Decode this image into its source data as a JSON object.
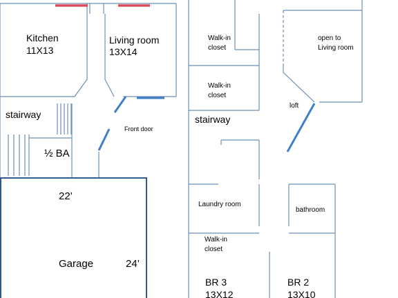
{
  "colors": {
    "wall": "#6b8fb8",
    "garage_wall": "#2f5a92",
    "door": "#3f7fc8",
    "window": "#dd4a5a",
    "text": "#000000"
  },
  "rooms": {
    "kitchen": {
      "name": "Kitchen",
      "size": "11X13"
    },
    "living_room": {
      "name": "Living room",
      "size": "13X14"
    },
    "stairway_left": {
      "name": "stairway"
    },
    "front_door": {
      "name": "Front door"
    },
    "half_bath": {
      "name": "½ BA"
    },
    "garage": {
      "name": "Garage",
      "width": "22’",
      "depth": "24’"
    },
    "walkin_closet_1": {
      "name": "Walk-in",
      "name2": "closet"
    },
    "walkin_closet_2": {
      "name": "Walk-in",
      "name2": "closet"
    },
    "stairway_right": {
      "name": "stairway"
    },
    "laundry": {
      "name": "Laundry room"
    },
    "walkin_closet_3": {
      "name": "Walk-in",
      "name2": "closet"
    },
    "br3": {
      "name": "BR 3",
      "size": "13X12"
    },
    "open_to": {
      "line1": "open to",
      "line2": "Living room"
    },
    "loft": {
      "name": "loft"
    },
    "bathroom": {
      "name": "bathroom"
    },
    "br2": {
      "name": "BR 2",
      "size": "13X10"
    }
  }
}
